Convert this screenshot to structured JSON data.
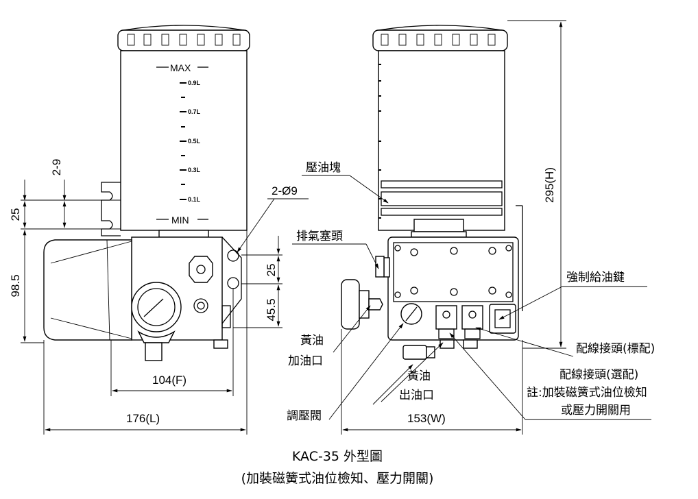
{
  "reservoir": {
    "max_label": "MAX",
    "min_label": "MIN",
    "level_marks": [
      "0.9L",
      "0.7L",
      "0.5L",
      "0.3L",
      "0.1L"
    ]
  },
  "dimensions": {
    "d_2_9": "2-9",
    "d_25_left": "25",
    "d_98_5": "98.5",
    "d_25_mid": "25",
    "d_45_5": "45.5",
    "d_104": "104(F)",
    "d_176": "176(L)",
    "d_153": "153(W)",
    "d_295": "295(H)",
    "hole": "2-Ø9"
  },
  "labels": {
    "pressure_block": "壓油塊",
    "vent_plug": "排氣塞頭",
    "force_key": "強制給油鍵",
    "grease_fill_1": "黃油",
    "grease_fill_2": "加油口",
    "grease_out_1": "黃油",
    "grease_out_2": "出油口",
    "regulator": "調壓閥",
    "wiring_std": "配線接頭(標配)",
    "wiring_opt": "配線接頭(選配)",
    "note_1": "註:加裝磁簧式油位檢知",
    "note_2": "或壓力開關用"
  },
  "caption": {
    "line1": "KAC-35 外型圖",
    "line2": "(加裝磁簧式油位檢知、壓力開關)"
  }
}
